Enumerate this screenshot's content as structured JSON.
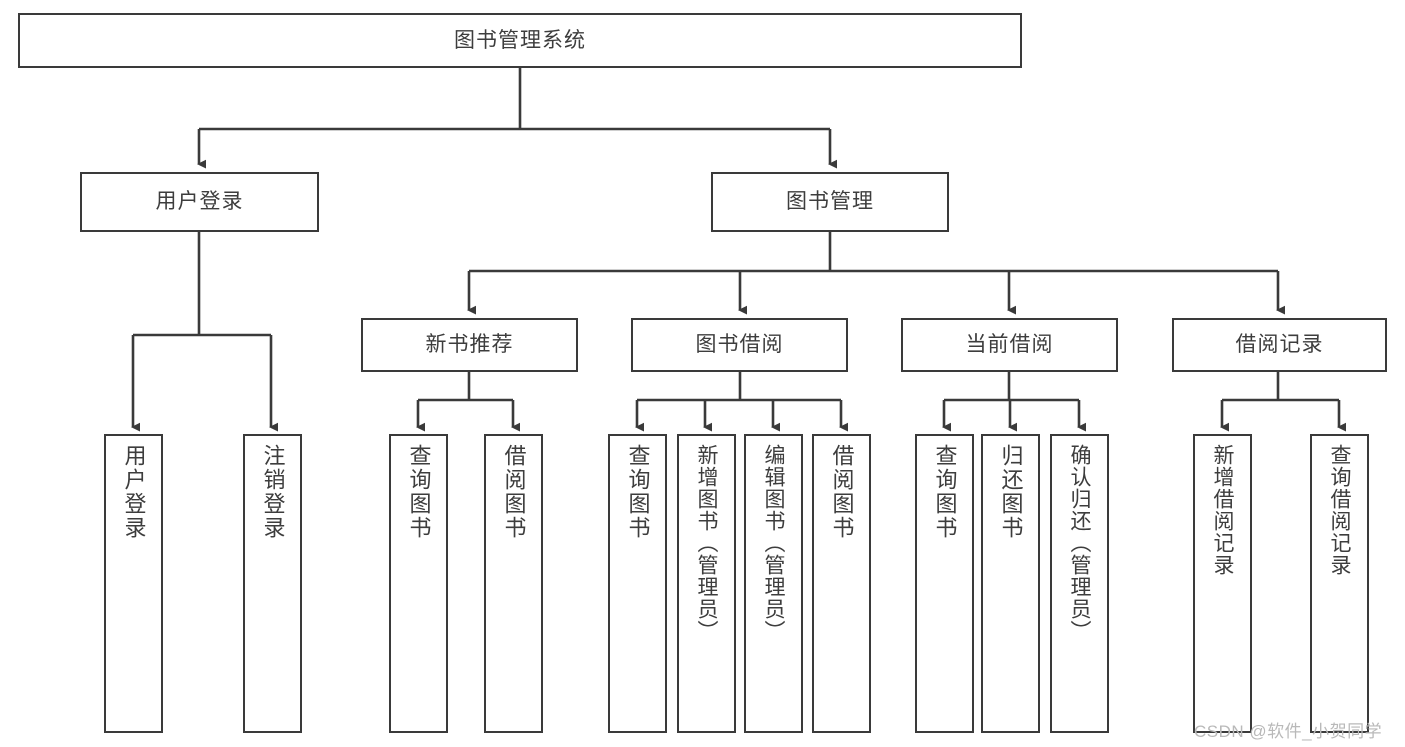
{
  "diagram": {
    "title": "图书管理系统",
    "type": "tree-hierarchy-diagram",
    "colors": {
      "box_border": "#3a3a3a",
      "box_fill": "#ffffff",
      "edge": "#3a3a3a",
      "text": "#3d3d3d",
      "watermark": "#b9b9b9",
      "background": "#ffffff"
    },
    "nodes": {
      "root": {
        "label": "图书管理系统",
        "level": 0,
        "orientation": "horizontal"
      },
      "l1": [
        {
          "id": "user-login",
          "label": "用户登录",
          "orientation": "horizontal"
        },
        {
          "id": "book-management",
          "label": "图书管理",
          "orientation": "horizontal"
        }
      ],
      "l2": [
        {
          "id": "new-book-recommend",
          "label": "新书推荐",
          "orientation": "horizontal"
        },
        {
          "id": "book-borrow",
          "label": "图书借阅",
          "orientation": "horizontal"
        },
        {
          "id": "current-borrow",
          "label": "当前借阅",
          "orientation": "horizontal"
        },
        {
          "id": "borrow-record",
          "label": "借阅记录",
          "orientation": "horizontal"
        }
      ],
      "leaves": [
        {
          "id": "leaf-user-login",
          "label": "用户登录",
          "parent": "user-login",
          "orientation": "vertical"
        },
        {
          "id": "leaf-user-logout",
          "label": "注销登录",
          "parent": "user-login",
          "orientation": "vertical"
        },
        {
          "id": "leaf-query-book-1",
          "label": "查询图书",
          "parent": "new-book-recommend",
          "orientation": "vertical"
        },
        {
          "id": "leaf-borrow-book-1",
          "label": "借阅图书",
          "parent": "new-book-recommend",
          "orientation": "vertical"
        },
        {
          "id": "leaf-query-book-2",
          "label": "查询图书",
          "parent": "book-borrow",
          "orientation": "vertical"
        },
        {
          "id": "leaf-add-book",
          "label": "新增图书（管理员）",
          "parent": "book-borrow",
          "orientation": "vertical"
        },
        {
          "id": "leaf-edit-book",
          "label": "编辑图书（管理员）",
          "parent": "book-borrow",
          "orientation": "vertical"
        },
        {
          "id": "leaf-borrow-book-2",
          "label": "借阅图书",
          "parent": "book-borrow",
          "orientation": "vertical"
        },
        {
          "id": "leaf-query-book-3",
          "label": "查询图书",
          "parent": "current-borrow",
          "orientation": "vertical"
        },
        {
          "id": "leaf-return-book",
          "label": "归还图书",
          "parent": "current-borrow",
          "orientation": "vertical"
        },
        {
          "id": "leaf-confirm-return",
          "label": "确认归还（管理员）",
          "parent": "current-borrow",
          "orientation": "vertical"
        },
        {
          "id": "leaf-add-borrow-record",
          "label": "新增借阅记录",
          "parent": "borrow-record",
          "orientation": "vertical"
        },
        {
          "id": "leaf-query-borrow-record",
          "label": "查询借阅记录",
          "parent": "borrow-record",
          "orientation": "vertical"
        }
      ]
    },
    "watermark": "CSDN @软件_小贺同学"
  }
}
